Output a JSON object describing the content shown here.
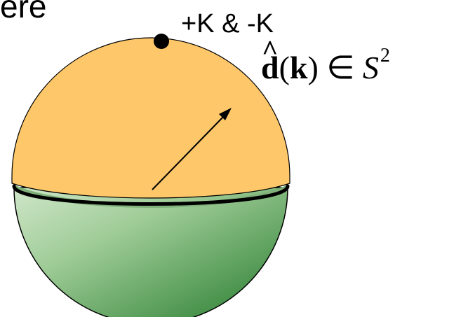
{
  "title_fragment": "ere",
  "point_label": "+K & -K",
  "formula": {
    "d_letter": "d",
    "hat": "^",
    "k_letter": "k",
    "element_of": "∈",
    "space": "S",
    "exponent": "2",
    "paren_open": "(",
    "paren_close": ")"
  },
  "colors": {
    "upper_hemisphere": "#fdc76a",
    "lower_hemisphere_light": "#b5d8b0",
    "lower_hemisphere_dark": "#2f8a36",
    "equator": "#000000",
    "arrow": "#000000",
    "pole_dot": "#000000"
  }
}
